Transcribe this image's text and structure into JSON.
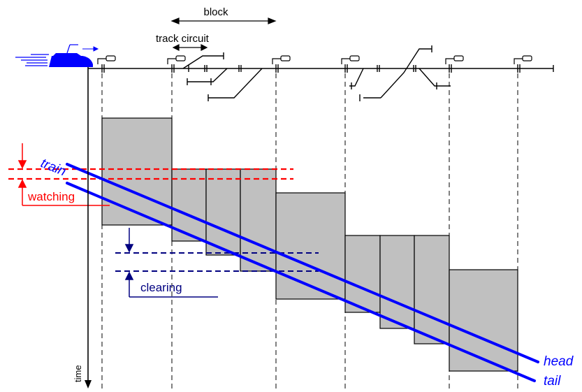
{
  "labels": {
    "block": "block",
    "track_circuit": "track circuit",
    "train": "train",
    "watching": "watching",
    "clearing": "clearing",
    "head": "head",
    "tail": "tail",
    "time_axis": "time"
  },
  "colors": {
    "occupancy_fill": "#c0c0c0",
    "outline": "#000000",
    "train_line": "#0000ff",
    "watching": "#ff0000",
    "clearing": "#000080"
  },
  "icons": {
    "signal": "signal-icon",
    "train": "train-icon",
    "switch": "switch-icon"
  }
}
